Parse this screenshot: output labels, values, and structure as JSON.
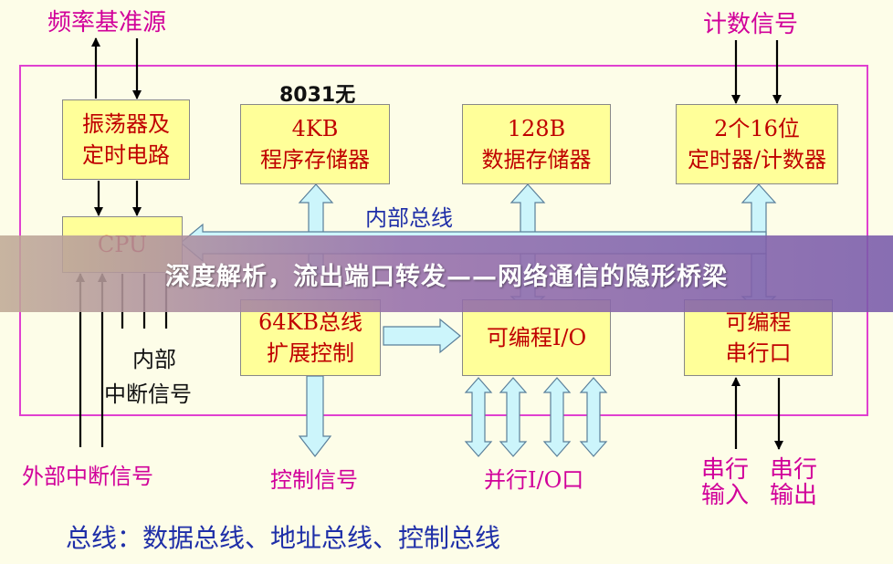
{
  "chip_label": "8031无",
  "top_left_label": "频率基准源",
  "top_right_label": "计数信号",
  "internal_bus_label": "内部总线",
  "internal_interrupt_label": [
    "内部",
    "中断信号"
  ],
  "external_interrupt_label": "外部中断信号",
  "control_signal_label": "控制信号",
  "parallel_io_label": "并行I/O口",
  "serial_in_label": [
    "串行",
    "输入"
  ],
  "serial_out_label": [
    "串行",
    "输出"
  ],
  "bus_legend": "总线：数据总线、地址总线、控制总线",
  "banner_title": "深度解析，流出端口转发——网络通信的隐形桥梁",
  "blocks": {
    "oscillator": [
      "振荡器及",
      "定时电路"
    ],
    "program_memory": [
      "4KB",
      "程序存储器"
    ],
    "data_memory": [
      "128B",
      "数据存储器"
    ],
    "timers": [
      "2个16位",
      "定时器/计数器"
    ],
    "cpu": [
      "CPU"
    ],
    "bus_expansion": [
      "64KB总线",
      "扩展控制"
    ],
    "programmable_io": [
      "可编程I/O"
    ],
    "serial_port": [
      "可编程",
      "串行口"
    ]
  },
  "colors": {
    "block_fill": "#ffff99",
    "block_text": "#c00000",
    "frame": "#e040d0",
    "bus_arrow_fill": "#ccf5fb",
    "bus_arrow_stroke": "#5a7f9a",
    "label_magenta": "#d1009a",
    "legend_blue": "#1f2fa8"
  }
}
